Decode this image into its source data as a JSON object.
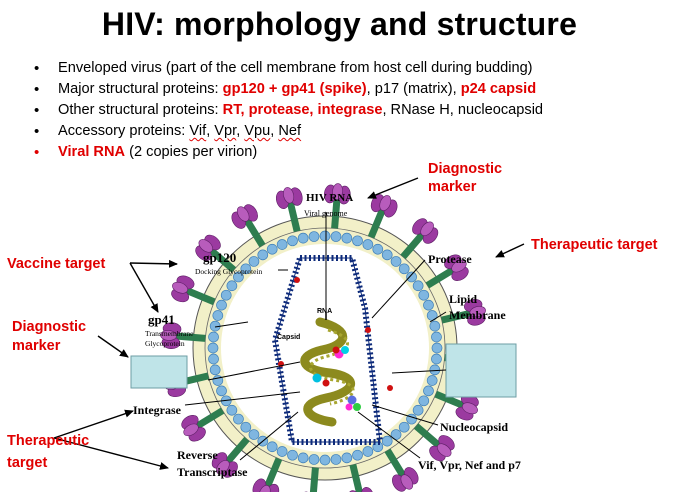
{
  "title": "HIV: morphology and structure",
  "bullets": [
    {
      "text": "Enveloped virus (part of the cell membrane from host cell during budding)"
    },
    {
      "prefix": "Major structural proteins: ",
      "red1": "gp120 + gp41 (spike)",
      "mid": ", p17 (matrix), ",
      "red2": "p24 capsid"
    },
    {
      "prefix": "Other structural proteins: ",
      "red1": "RT, protease, integrase",
      "rest": ", RNase H, nucleocapsid"
    },
    {
      "prefix": "Accessory proteins: ",
      "w1": "Vif",
      "s1": ", ",
      "w2": "Vpr",
      "s2": ", ",
      "w3": "Vpu",
      "s3": ", ",
      "w4": "Nef"
    },
    {
      "red1": "Viral RNA",
      "rest": " (2 copies per virion)"
    }
  ],
  "annotations": {
    "diagnostic_top_1": "Diagnostic",
    "diagnostic_top_2": "marker",
    "therapeutic_right": "Therapeutic target",
    "vaccine": "Vaccine target",
    "diagnostic_left_1": "Diagnostic",
    "diagnostic_left_2": "marker",
    "therapeutic_left_1": "Therapeutic",
    "therapeutic_left_2": "target"
  },
  "labels": {
    "hiv_rna": "HIV RNA",
    "viral_genome": "Viral genome",
    "gp120": "gp120",
    "docking": "Docking Glycoprotein",
    "gp41": "gp41",
    "transmembrane_1": "Transmembrane",
    "transmembrane_2": "Glycoprotein",
    "protease": "Protease",
    "lipid_1": "Lipid",
    "lipid_2": "Membrane",
    "rna": "RNA",
    "capsid": "Capsid",
    "integrase": "Integrase",
    "nucleocapsid": "Nucleocapsid",
    "reverse_1": "Reverse",
    "reverse_2": "Transcriptase",
    "vif": "Vif, Vpr, Nef and p7"
  },
  "colors": {
    "annotation_red": "#e00000",
    "spike_purple": "#9b3aa0",
    "stalk_green": "#2e7d4f",
    "membrane_fill": "#f2f0c8",
    "matrix_blue": "#7fb6e0",
    "capsid_dark": "#0d2a7a",
    "rna_olive": "#8c8a1e",
    "box_fill": "#bfe4e8"
  }
}
